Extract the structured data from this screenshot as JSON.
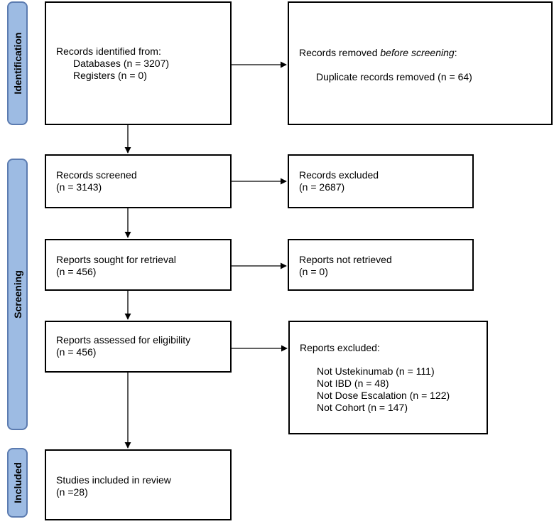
{
  "phases": {
    "identification": "Identification",
    "screening": "Screening",
    "included": "Included"
  },
  "identification": {
    "records_identified": {
      "heading": "Records identified from:",
      "databases": "Databases (n = 3207)",
      "registers": "Registers (n = 0)"
    },
    "records_removed": {
      "heading_prefix": "Records removed ",
      "heading_emph": "before screening",
      "heading_suffix": ":",
      "duplicates": "Duplicate records removed (n = 64)"
    }
  },
  "screening": {
    "records_screened": {
      "label": "Records screened",
      "n": "(n = 3143)"
    },
    "records_excluded": {
      "label": "Records excluded",
      "n": "(n = 2687)"
    },
    "reports_sought": {
      "label": "Reports sought for retrieval",
      "n": "(n = 456)"
    },
    "reports_not_retrieved": {
      "label": "Reports not retrieved",
      "n": "(n = 0)"
    },
    "reports_assessed": {
      "label": "Reports assessed for eligibility",
      "n": "(n = 456)"
    },
    "reports_excluded": {
      "heading": "Reports excluded:",
      "reasons": [
        "Not Ustekinumab (n = 111)",
        "Not IBD (n = 48)",
        "Not Dose Escalation (n = 122)",
        "Not Cohort (n = 147)"
      ]
    }
  },
  "included": {
    "studies": {
      "label": "Studies included in review",
      "n": "(n =28)"
    }
  }
}
